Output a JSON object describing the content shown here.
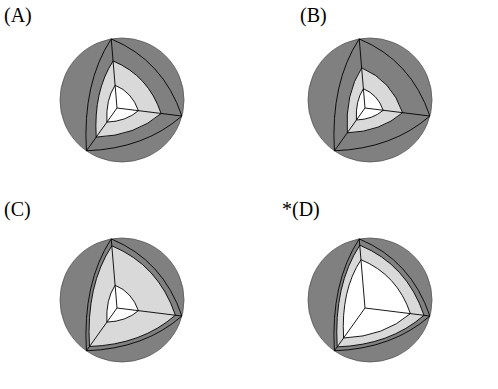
{
  "diagram": {
    "labels": [
      "(A)",
      "(B)",
      "(C)",
      "*(D)"
    ]
  }
}
